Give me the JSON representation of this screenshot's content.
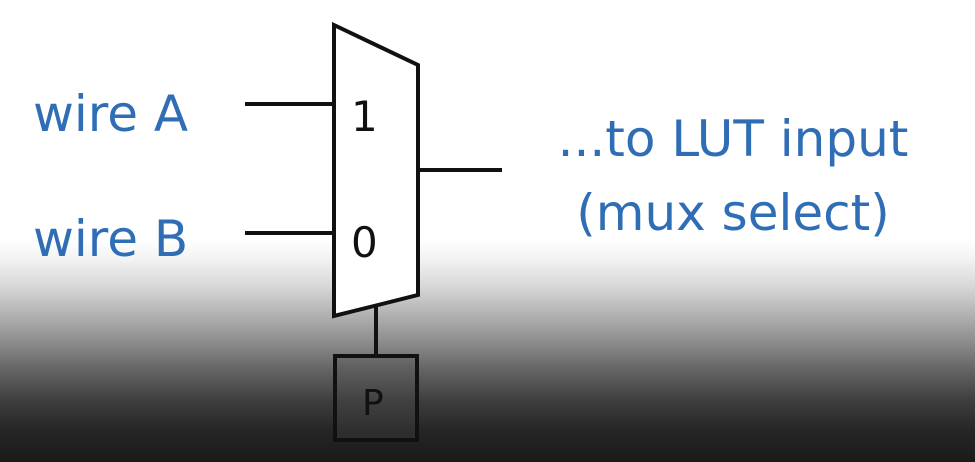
{
  "inputs": {
    "wire_a": "wire A",
    "wire_b": "wire B"
  },
  "mux": {
    "input_1": "1",
    "input_0": "0",
    "select_box": "P"
  },
  "output": {
    "line1": "...to LUT input",
    "line2": "(mux select)"
  },
  "colors": {
    "label_blue": "#2f6db5",
    "line_black": "#111111"
  }
}
